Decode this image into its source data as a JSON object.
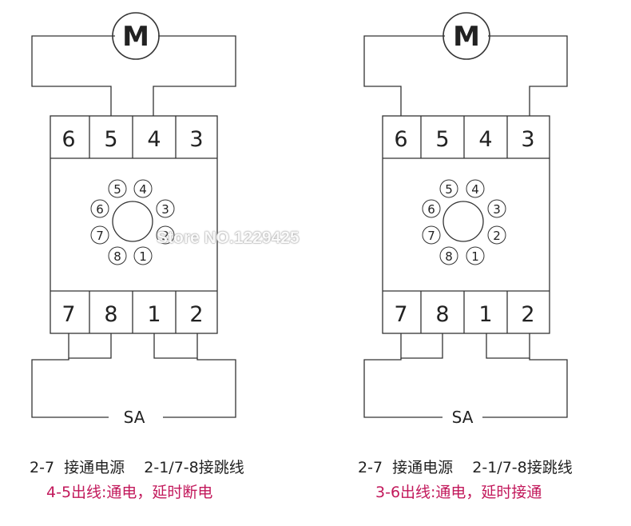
{
  "colors": {
    "line": "#333333",
    "red_caption": "#c2185b",
    "text": "#222222"
  },
  "motor_label": "M",
  "switch_label": "SA",
  "watermark": "Store NO.1229425",
  "diagrams": [
    {
      "id": "left",
      "top_terminals": [
        "6",
        "5",
        "4",
        "3"
      ],
      "bottom_terminals": [
        "7",
        "8",
        "1",
        "2"
      ],
      "socket_pins": [
        "5",
        "4",
        "6",
        "3",
        "7",
        "2",
        "8",
        "1"
      ],
      "motor_terminals": [
        "5",
        "4"
      ],
      "caption_line1": "2-7  接通电源    2-1/7-8接跳线",
      "caption_line2": "4-5出线:通电，延时断电"
    },
    {
      "id": "right",
      "top_terminals": [
        "6",
        "5",
        "4",
        "3"
      ],
      "bottom_terminals": [
        "7",
        "8",
        "1",
        "2"
      ],
      "socket_pins": [
        "5",
        "4",
        "6",
        "3",
        "7",
        "2",
        "8",
        "1"
      ],
      "motor_terminals": [
        "6",
        "3"
      ],
      "caption_line1": "2-7  接通电源    2-1/7-8接跳线",
      "caption_line2": "3-6出线:通电，延时接通"
    }
  ]
}
